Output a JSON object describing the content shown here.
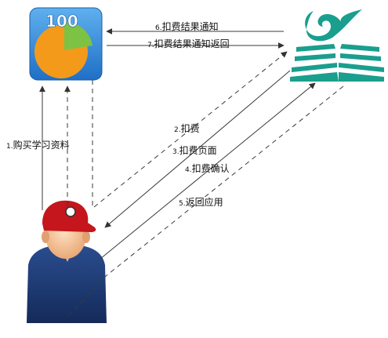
{
  "app_icon": {
    "text": "100"
  },
  "steps": [
    {
      "num": "1.",
      "text": "购买学习资料"
    },
    {
      "num": "2.",
      "text": "扣费"
    },
    {
      "num": "3.",
      "text": "扣费页面"
    },
    {
      "num": "4.",
      "text": "扣费确认"
    },
    {
      "num": "5.",
      "text": "返回应用"
    },
    {
      "num": "6.",
      "text": "扣费结果通知"
    },
    {
      "num": "7.",
      "text": "扣费结果通知返回"
    }
  ],
  "colors": {
    "line": "#3a3a3a",
    "app_blue": "#2e7fd3",
    "pie_orange": "#f39a1a",
    "pie_green": "#7dc243",
    "logo_teal": "#1a9e8e",
    "cap_red": "#c4161c",
    "shirt_navy": "#1f3b73"
  }
}
